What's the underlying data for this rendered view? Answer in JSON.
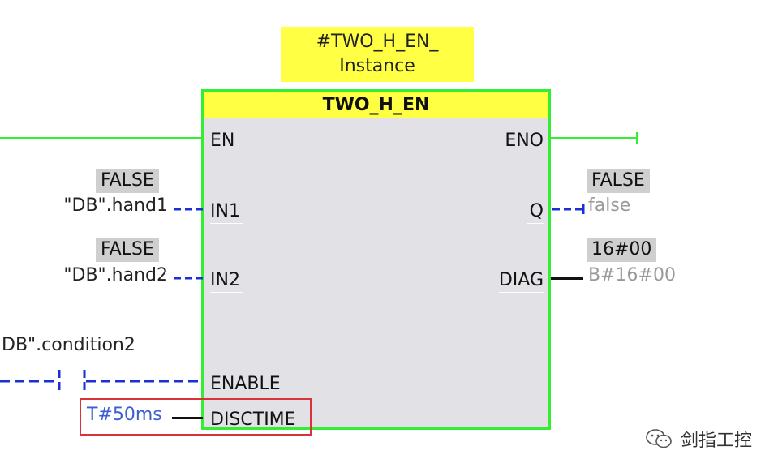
{
  "instance": {
    "line1": "#TWO_H_EN_",
    "line2": "Instance"
  },
  "block": {
    "title": "TWO_H_EN"
  },
  "pins": {
    "en": "EN",
    "eno": "ENO",
    "in1": "IN1",
    "in2": "IN2",
    "q": "Q",
    "diag": "DIAG",
    "enable": "ENABLE",
    "disctime": "DISCTIME"
  },
  "tags": {
    "in1_status": "FALSE",
    "in2_status": "FALSE",
    "q_status": "FALSE",
    "diag_status": "16#00"
  },
  "operands": {
    "in1": "\"DB\".hand1",
    "in2": "\"DB\".hand2",
    "q": "false",
    "diag": "B#16#00",
    "enable_contact": "DB\".condition2",
    "disctime": "T#50ms"
  },
  "watermark": {
    "text": "剑指工控"
  },
  "colors": {
    "powered": "#33ee33",
    "unpowered": "#1a2fd6",
    "highlight": "#d9333a",
    "block_title": "#ffff44"
  }
}
